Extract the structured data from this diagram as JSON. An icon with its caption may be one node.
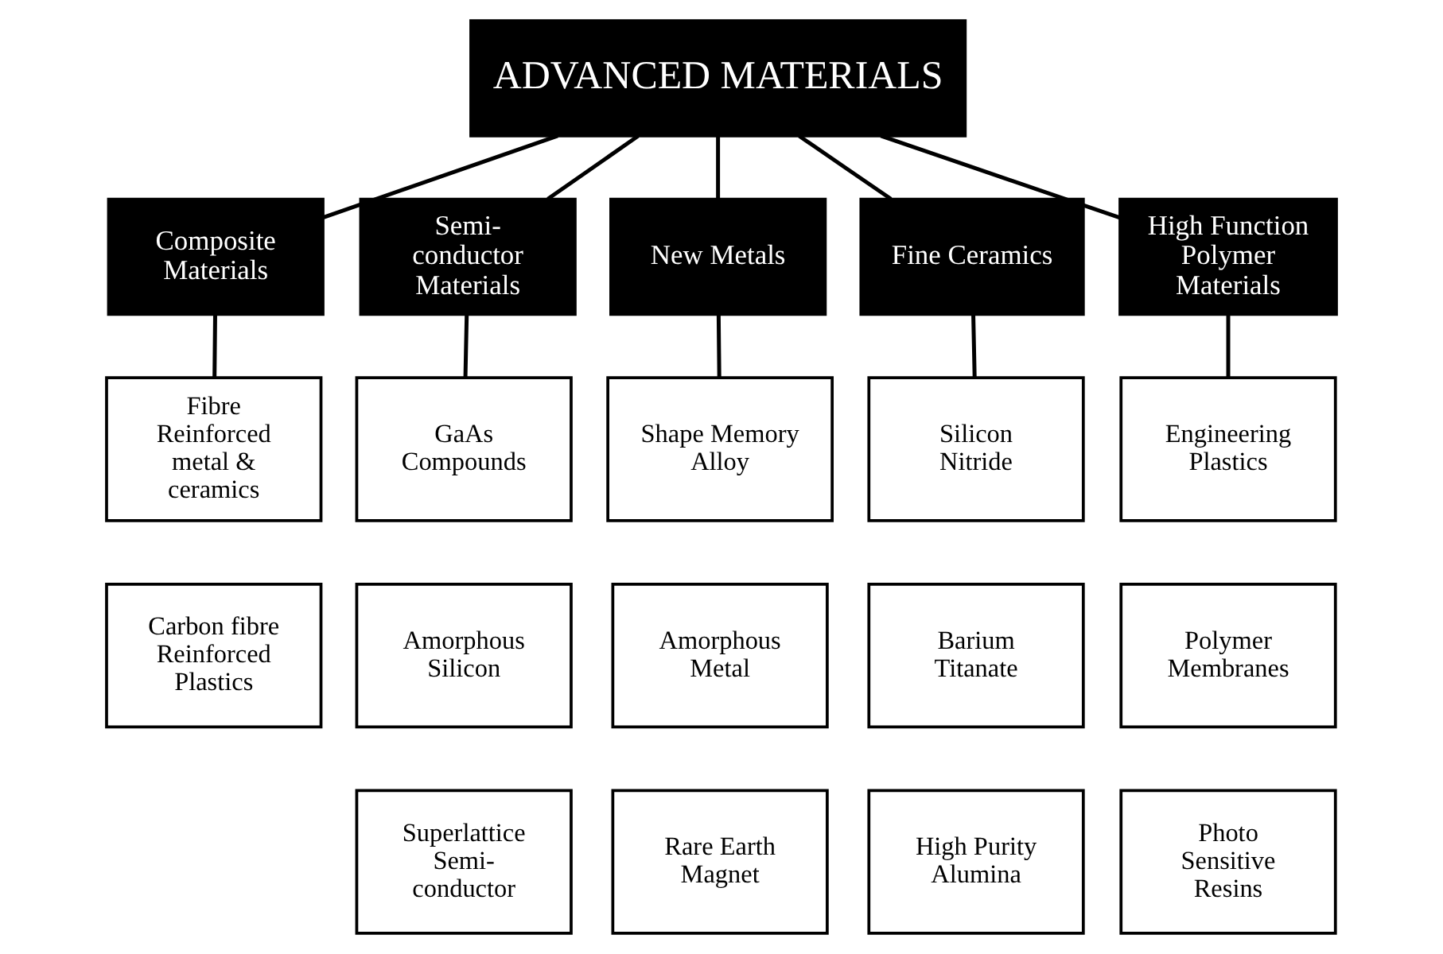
{
  "diagram": {
    "nodes": [
      {
        "text": [
          "ADVANCED MATERIALS"
        ]
      },
      {
        "text": [
          "Composite Materials"
        ]
      },
      {
        "text": [
          "Semi- conductor Materials"
        ]
      },
      {
        "text": [
          "New Metals"
        ]
      },
      {
        "text": [
          "Fine Ceramics"
        ]
      },
      {
        "text": [
          "High Function Polymer Materials"
        ]
      },
      {
        "text": [
          "Fibre Reinforced metal & ceramics"
        ]
      },
      {
        "text": [
          "Carbon fibre Reinforced Plastics"
        ]
      },
      {
        "text": [
          "GaAs Compounds"
        ]
      },
      {
        "text": [
          "Amorphous Silicon"
        ]
      },
      {
        "text": [
          "Superlattice Semi- conductor"
        ]
      },
      {
        "text": [
          "Shape Memory Alloy"
        ]
      },
      {
        "text": [
          "Amorphous Metal"
        ]
      },
      {
        "text": [
          "Rare Earth Magnet"
        ]
      },
      {
        "text": [
          "Silicon Nitride"
        ]
      },
      {
        "text": [
          "Barium Titanate"
        ]
      },
      {
        "text": [
          "High Purity Alumina"
        ]
      },
      {
        "text": [
          "Engineering Plastics"
        ]
      },
      {
        "text": [
          "Polymer Membranes"
        ]
      },
      {
        "text": [
          "Photo Sensitive Resins"
        ]
      }
    ],
    "edges": [
      {
        "from": 0,
        "to": 1,
        "arrow": "none"
      },
      {
        "from": 0,
        "to": 2,
        "arrow": "none"
      },
      {
        "from": 0,
        "to": 3,
        "arrow": "none"
      },
      {
        "from": 0,
        "to": 4,
        "arrow": "none"
      },
      {
        "from": 0,
        "to": 5,
        "arrow": "none"
      },
      {
        "from": 1,
        "to": 6,
        "arrow": "none"
      },
      {
        "from": 2,
        "to": 8,
        "arrow": "none"
      },
      {
        "from": 3,
        "to": 11,
        "arrow": "none"
      },
      {
        "from": 4,
        "to": 14,
        "arrow": "none"
      },
      {
        "from": 5,
        "to": 17,
        "arrow": "none"
      }
    ]
  }
}
